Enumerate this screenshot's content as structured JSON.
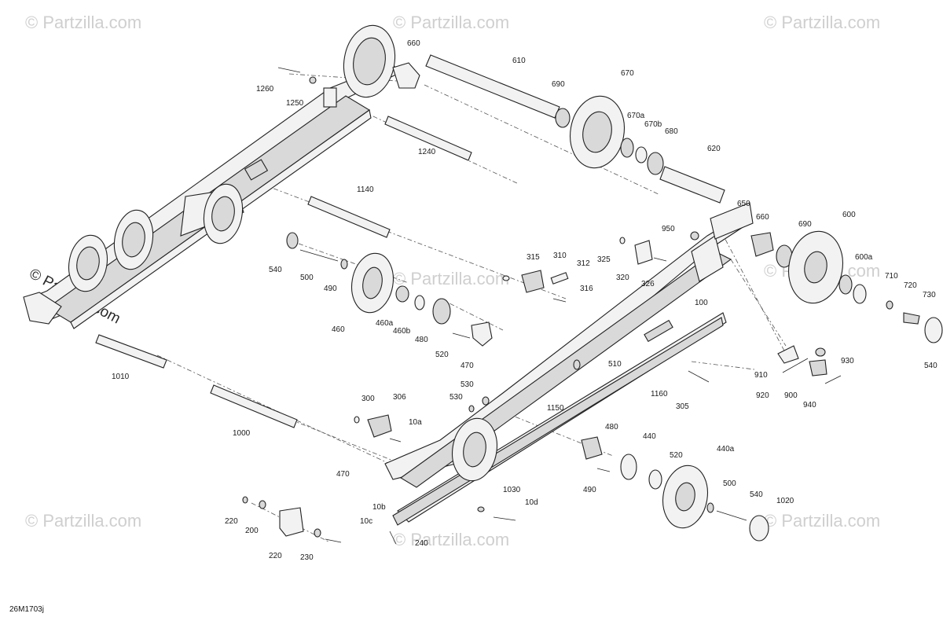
{
  "diagram": {
    "figure_id": "26M1703j",
    "watermark_text": "© Partzilla.com",
    "callouts": [
      "1260",
      "1250",
      "660",
      "610",
      "690",
      "670",
      "670a",
      "670b",
      "680",
      "620",
      "1240",
      "1140",
      "650",
      "950",
      "660",
      "690",
      "600",
      "600a",
      "710",
      "720",
      "730",
      "540",
      "540",
      "500",
      "490",
      "460",
      "460a",
      "460b",
      "480",
      "315",
      "310",
      "312",
      "316",
      "325",
      "320",
      "326",
      "100",
      "520",
      "470",
      "1010",
      "1000",
      "910",
      "930",
      "920",
      "900",
      "940",
      "510",
      "530",
      "530",
      "1150",
      "1160",
      "305",
      "300",
      "306",
      "10a",
      "470",
      "480",
      "440",
      "440a",
      "520",
      "490",
      "500",
      "540",
      "1020",
      "1030",
      "10d",
      "10b",
      "10c",
      "240",
      "220",
      "200",
      "220",
      "230"
    ]
  }
}
